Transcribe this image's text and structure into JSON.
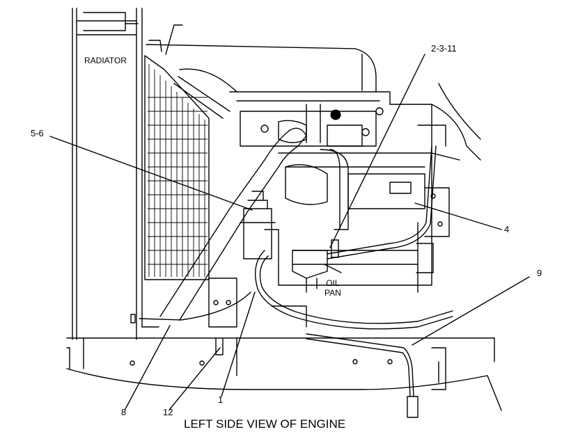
{
  "diagram": {
    "title": "LEFT SIDE VIEW OF ENGINE",
    "component_labels": {
      "radiator": "RADIATOR",
      "oil_pan_line1": "OIL",
      "oil_pan_line2": "PAN"
    },
    "callouts": [
      {
        "id": "c-2-3-11",
        "text": "2-3-11"
      },
      {
        "id": "c-5-6",
        "text": "5-6"
      },
      {
        "id": "c-4",
        "text": "4"
      },
      {
        "id": "c-9",
        "text": "9"
      },
      {
        "id": "c-8",
        "text": "8"
      },
      {
        "id": "c-12",
        "text": "12"
      },
      {
        "id": "c-1",
        "text": "1"
      }
    ]
  }
}
